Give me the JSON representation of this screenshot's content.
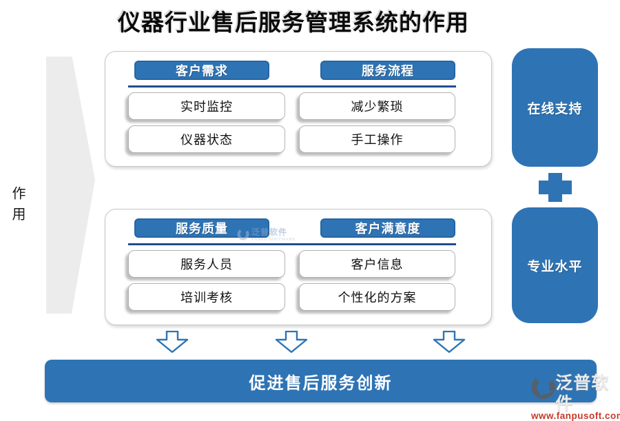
{
  "title": "仪器行业售后服务管理系统的作用",
  "left_arrow": {
    "label": "作用"
  },
  "panels": [
    {
      "columns": [
        {
          "header": "客户需求",
          "items": [
            "实时监控",
            "仪器状态"
          ]
        },
        {
          "header": "服务流程",
          "items": [
            "减少繁琐",
            "手工操作"
          ]
        }
      ]
    },
    {
      "columns": [
        {
          "header": "服务质量",
          "items": [
            "服务人员",
            "培训考核"
          ]
        },
        {
          "header": "客户满意度",
          "items": [
            "客户信息",
            "个性化的方案"
          ]
        }
      ]
    }
  ],
  "right_column": {
    "boxes": [
      {
        "label": "在线支持"
      },
      {
        "label": "专业水平"
      }
    ]
  },
  "bottom_bar": {
    "label": "促进售后服务创新"
  },
  "watermark_center": {
    "brand": "泛普软件",
    "subtitle": "FANPU SOFTWARE"
  },
  "logo": {
    "brand": "泛普软件",
    "url": "www.fanpusoft.com"
  },
  "colors": {
    "accent_blue": "#2E74B5",
    "divider_blue": "#1F4E8C",
    "panel_border_gray": "#C6C6C6",
    "pentagon_gray": "#ECECEC",
    "url_red": "#C63A2A"
  }
}
